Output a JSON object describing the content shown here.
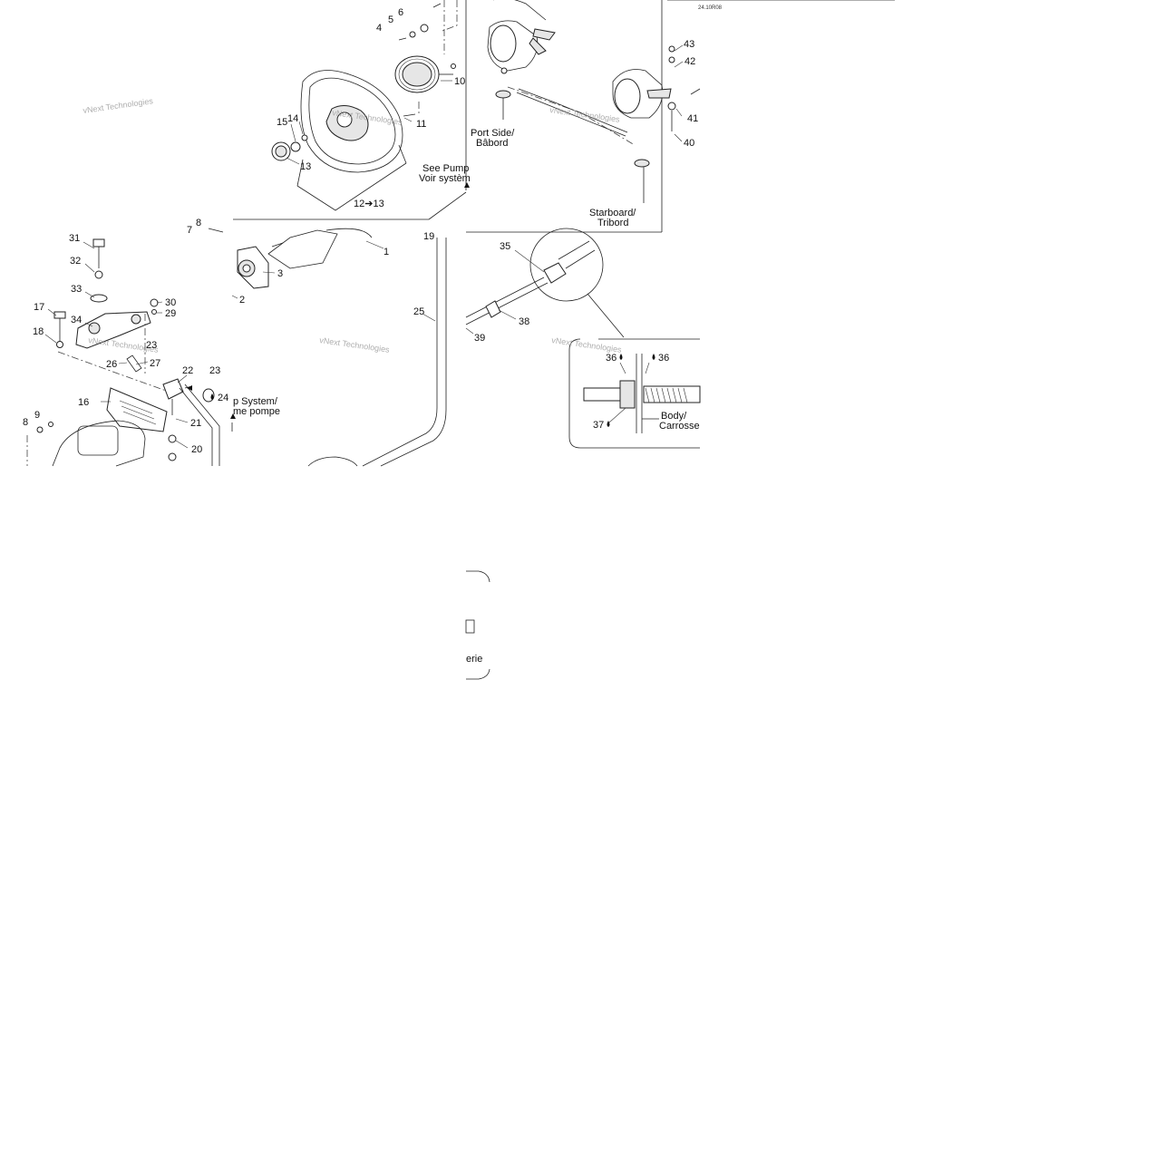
{
  "diagram": {
    "part_numbers": [
      "1",
      "2",
      "3",
      "4",
      "5",
      "6",
      "7",
      "8",
      "8",
      "9",
      "10",
      "11",
      "13",
      "14",
      "15",
      "16",
      "17",
      "18",
      "19",
      "20",
      "21",
      "22",
      "23",
      "24",
      "25",
      "26",
      "27",
      "29",
      "30",
      "31",
      "32",
      "33",
      "34",
      "35",
      "36",
      "36",
      "37",
      "38",
      "39",
      "40",
      "41",
      "42",
      "43",
      "12➔13",
      "23"
    ],
    "captions": {
      "port_side_line1": "Port Side/",
      "port_side_line2": "Bâbord",
      "starboard_line1": "Starboard/",
      "starboard_line2": "Tribord",
      "see_pump_line1": "See Pump",
      "see_pump_line2": "Voir systèm",
      "pump_system_line1": "p System/",
      "pump_system_line2": "me pompe",
      "body_line1": "Body/",
      "body_line2": "Carrosse",
      "erie": "erie"
    },
    "drawing_code": "24.10R08",
    "watermark": "vNext Technologies"
  }
}
